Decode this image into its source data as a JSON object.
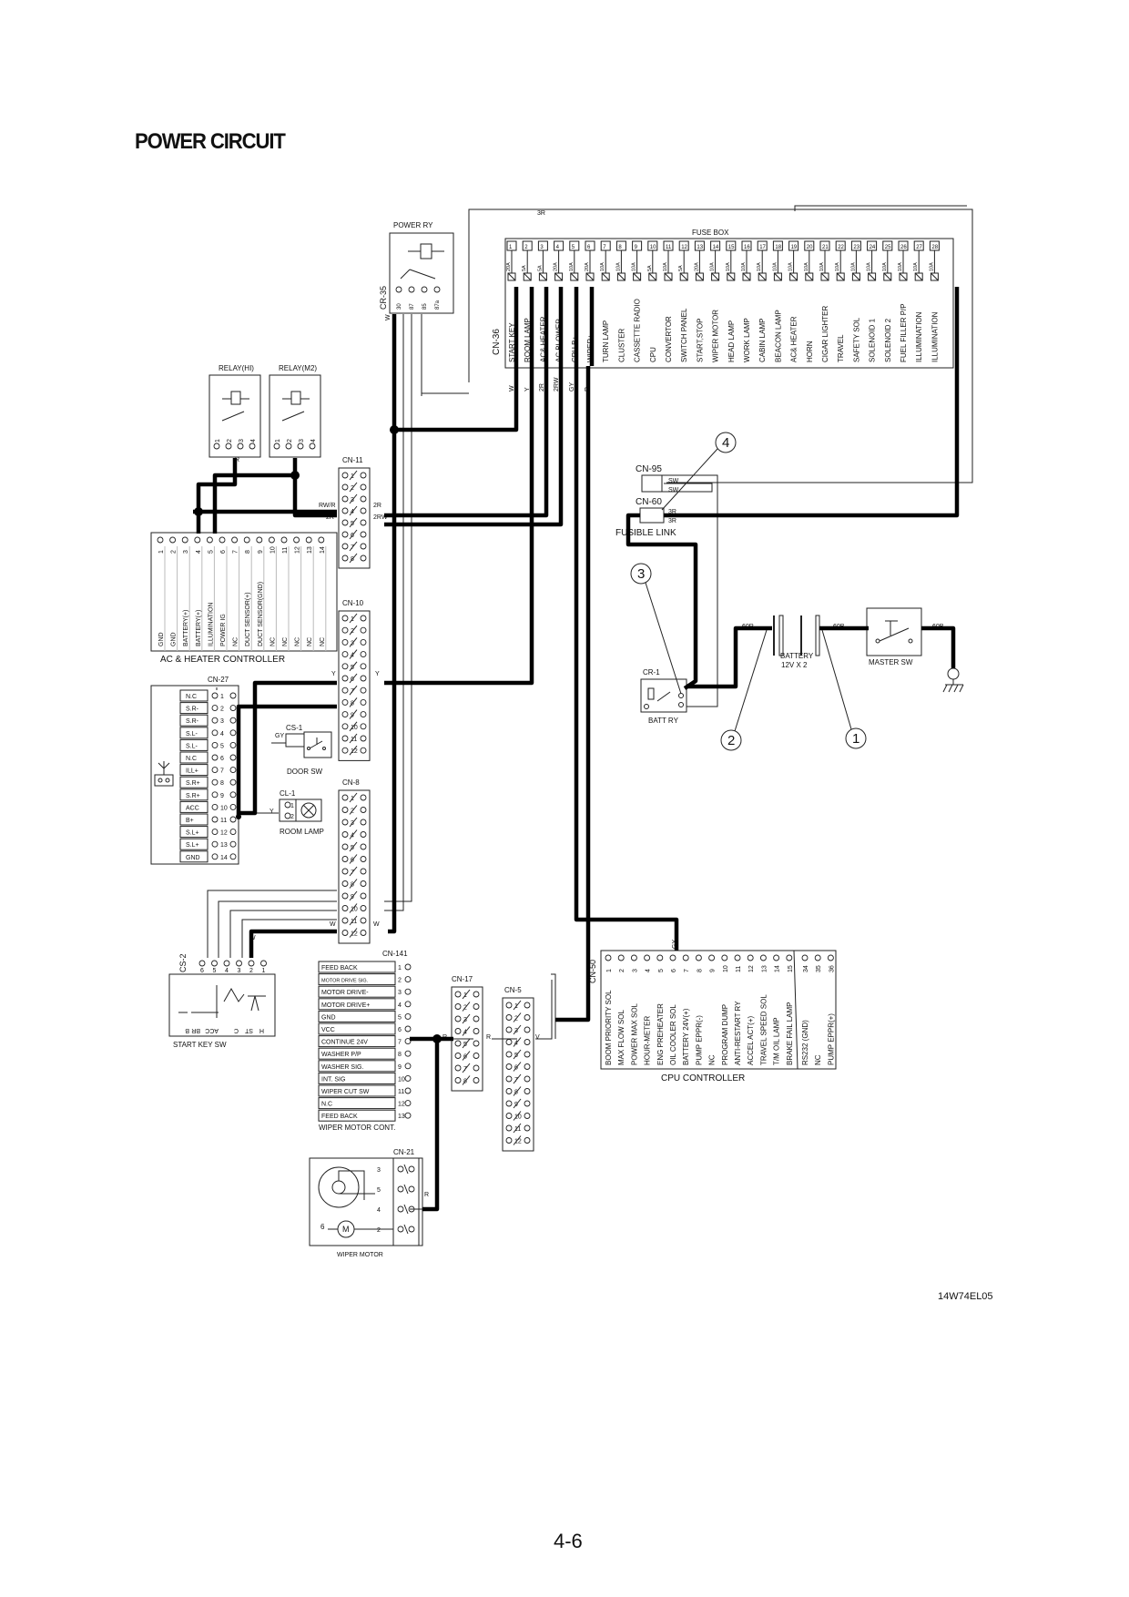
{
  "page": {
    "title": "POWER CIRCUIT",
    "page_number": "4-6",
    "drawing_code": "14W74EL05"
  },
  "fuse_box": {
    "title": "FUSE BOX",
    "connector": "CN-36",
    "top_wire": "3R",
    "ratings": [
      "20A",
      "5A",
      "5A",
      "20A",
      "10A",
      "20A",
      "10A",
      "10A",
      "10A",
      "5A",
      "10A",
      "5A",
      "20A",
      "10A",
      "10A",
      "10A",
      "10A",
      "10A",
      "10A",
      "10A",
      "10A",
      "10A",
      "10A",
      "10A",
      "10A",
      "10A",
      "10A",
      "10A"
    ],
    "circuits": [
      "START KEY",
      "ROOM LAMP",
      "AC& HEATER",
      "AC BLOWER",
      "CPU B+",
      "WIPER+",
      "TURN LAMP",
      "CLUSTER",
      "CASSETTE RADIO",
      "CPU",
      "CONVERTOR",
      "SWITCH PANEL",
      "START,STOP",
      "WIPER MOTOR",
      "HEAD LAMP",
      "WORK LAMP",
      "CABIN LAMP",
      "BEACON LAMP",
      "AC& HEATER",
      "HORN",
      "CIGAR LIGHTER",
      "TRAVEL",
      "SAFETY SOL",
      "SOLENOID 1",
      "SOLENOID 2",
      "FUEL FILLER P/P",
      "ILLUMINATION",
      "ILLUMINATION"
    ],
    "wire_colors": [
      "W",
      "Y",
      "2R",
      "2RW",
      "GY",
      "R"
    ]
  },
  "power_relay": {
    "title": "POWER RY",
    "connector": "CR-35",
    "pins": [
      "30",
      "87",
      "85",
      "87a"
    ],
    "wire": "W"
  },
  "relays": [
    {
      "title": "RELAY(HI)",
      "pins": [
        "1",
        "2",
        "3",
        "4"
      ]
    },
    {
      "title": "RELAY(M2)",
      "pins": [
        "1",
        "2",
        "3",
        "4"
      ]
    }
  ],
  "relay_wire": "R",
  "cn11": {
    "title": "CN-11",
    "pins": [
      "1",
      "2",
      "3",
      "4",
      "5",
      "6",
      "7",
      "8"
    ],
    "wires": {
      "left_4": "RW/R",
      "left_5": "2R",
      "right_4": "2R",
      "right_5": "2RW"
    }
  },
  "ac_controller": {
    "title": "AC & HEATER CONTROLLER",
    "pins": [
      "1",
      "2",
      "3",
      "4",
      "5",
      "6",
      "7",
      "8",
      "9",
      "10",
      "11",
      "12",
      "13",
      "14"
    ],
    "labels": [
      "GND",
      "GND",
      "BATTERY(+)",
      "BATTERY(+)",
      "ILLUMINATION",
      "POWER IG",
      "NC",
      "DUCT SENSOR(+)",
      "DUCT SENSOR(GND)",
      "NC",
      "NC",
      "NC",
      "NC",
      "NC"
    ]
  },
  "cn10": {
    "title": "CN-10",
    "pins": [
      "1",
      "2",
      "3",
      "4",
      "5",
      "6",
      "7",
      "8",
      "9",
      "10",
      "11",
      "12"
    ],
    "wire": "Y"
  },
  "cn27": {
    "title": "CN-27",
    "labels": [
      "N.C",
      "S.R-",
      "S.R-",
      "S.L-",
      "S.L-",
      "N.C",
      "ILL+",
      "S.R+",
      "S.R+",
      "ACC",
      "B+",
      "S.L+",
      "S.L+",
      "GND"
    ],
    "pins": [
      "1",
      "2",
      "3",
      "4",
      "5",
      "6",
      "7",
      "8",
      "9",
      "10",
      "11",
      "12",
      "13",
      "14"
    ]
  },
  "door_sw": {
    "connector": "CS-1",
    "title": "DOOR SW",
    "wire": "GY"
  },
  "room_lamp": {
    "connector": "CL-1",
    "title": "ROOM LAMP",
    "pins": [
      "1",
      "2"
    ],
    "wire": "Y"
  },
  "cn8": {
    "title": "CN-8",
    "pins": [
      "1",
      "2",
      "3",
      "4",
      "5",
      "6",
      "7",
      "8",
      "9",
      "10",
      "11",
      "12"
    ],
    "wire": "W"
  },
  "start_key": {
    "connector": "CS-2",
    "title": "START KEY SW",
    "pins": [
      "6",
      "5",
      "4",
      "3",
      "2",
      "1"
    ],
    "positions": [
      "B",
      "BR",
      "ACC",
      "C",
      "ST",
      "H"
    ],
    "wire": "W"
  },
  "wiper_cont": {
    "connector": "CN-141",
    "title": "WIPER MOTOR CONT.",
    "labels": [
      "FEED BACK",
      "MOTOR DRIVE SIG.",
      "MOTOR DRIVE-",
      "MOTOR DRIVE+",
      "GND",
      "VCC",
      "CONTINUE 24V",
      "WASHER P/P",
      "WASHER SIG.",
      "INT. SIG",
      "WIPER CUT SW",
      "N.C",
      "FEED BACK"
    ],
    "pins": [
      "1",
      "2",
      "3",
      "4",
      "5",
      "6",
      "7",
      "8",
      "9",
      "10",
      "11",
      "12",
      "13"
    ],
    "wire": "R"
  },
  "cn17": {
    "title": "CN-17",
    "pins": [
      "1",
      "2",
      "3",
      "4",
      "5",
      "6",
      "7",
      "8"
    ],
    "wire": "R"
  },
  "cn5": {
    "title": "CN-5",
    "pins": [
      "1",
      "2",
      "3",
      "4",
      "5",
      "6",
      "7",
      "8",
      "9",
      "10",
      "11",
      "12"
    ],
    "wire": "V"
  },
  "wiper_motor": {
    "connector": "CN-21",
    "title": "WIPER MOTOR",
    "pins": [
      "3",
      "5",
      "4",
      "2"
    ],
    "motor_pins": [
      "6",
      "M"
    ],
    "wire": "R"
  },
  "cpu": {
    "connector": "CN-50",
    "title": "CPU CONTROLLER",
    "pins": [
      "1",
      "2",
      "3",
      "4",
      "5",
      "6",
      "7",
      "8",
      "9",
      "10",
      "11",
      "12",
      "13",
      "14",
      "15"
    ],
    "labels": [
      "BOOM PRIORITY SOL",
      "MAX FLOW SOL",
      "POWER MAX SOL",
      "HOUR-METER",
      "ENG PREHEATER",
      "OIL COOLER SOL",
      "BATTERY 24V(+)",
      "PUMP EPPR(-)",
      "NC",
      "PROGRAM DUMP",
      "ANTI-RESTART RY",
      "ACCEL ACT(+)",
      "TRAVEL SPEED SOL",
      "T/M OIL LAMP",
      "BRAKE FAIL LAMP"
    ],
    "extra_pins": [
      "34",
      "35",
      "36"
    ],
    "extra_labels": [
      "RS232 (GND)",
      "NC",
      "PUMP EPPR(+)"
    ],
    "wire": "GY"
  },
  "battery": {
    "title": "BATTERY",
    "spec": "12V X 2",
    "wires": [
      "60R",
      "60B",
      "60B"
    ]
  },
  "master_sw": {
    "title": "MASTER SW"
  },
  "batt_ry": {
    "connector": "CR-1",
    "title": "BATT RY"
  },
  "fusible_link": {
    "title": "FUSIBLE LINK",
    "cn95": "CN-95",
    "cn60": "CN-60",
    "wires": [
      "SW",
      "SW",
      "3R",
      "3R"
    ]
  },
  "callouts": [
    "1",
    "2",
    "3",
    "4"
  ]
}
